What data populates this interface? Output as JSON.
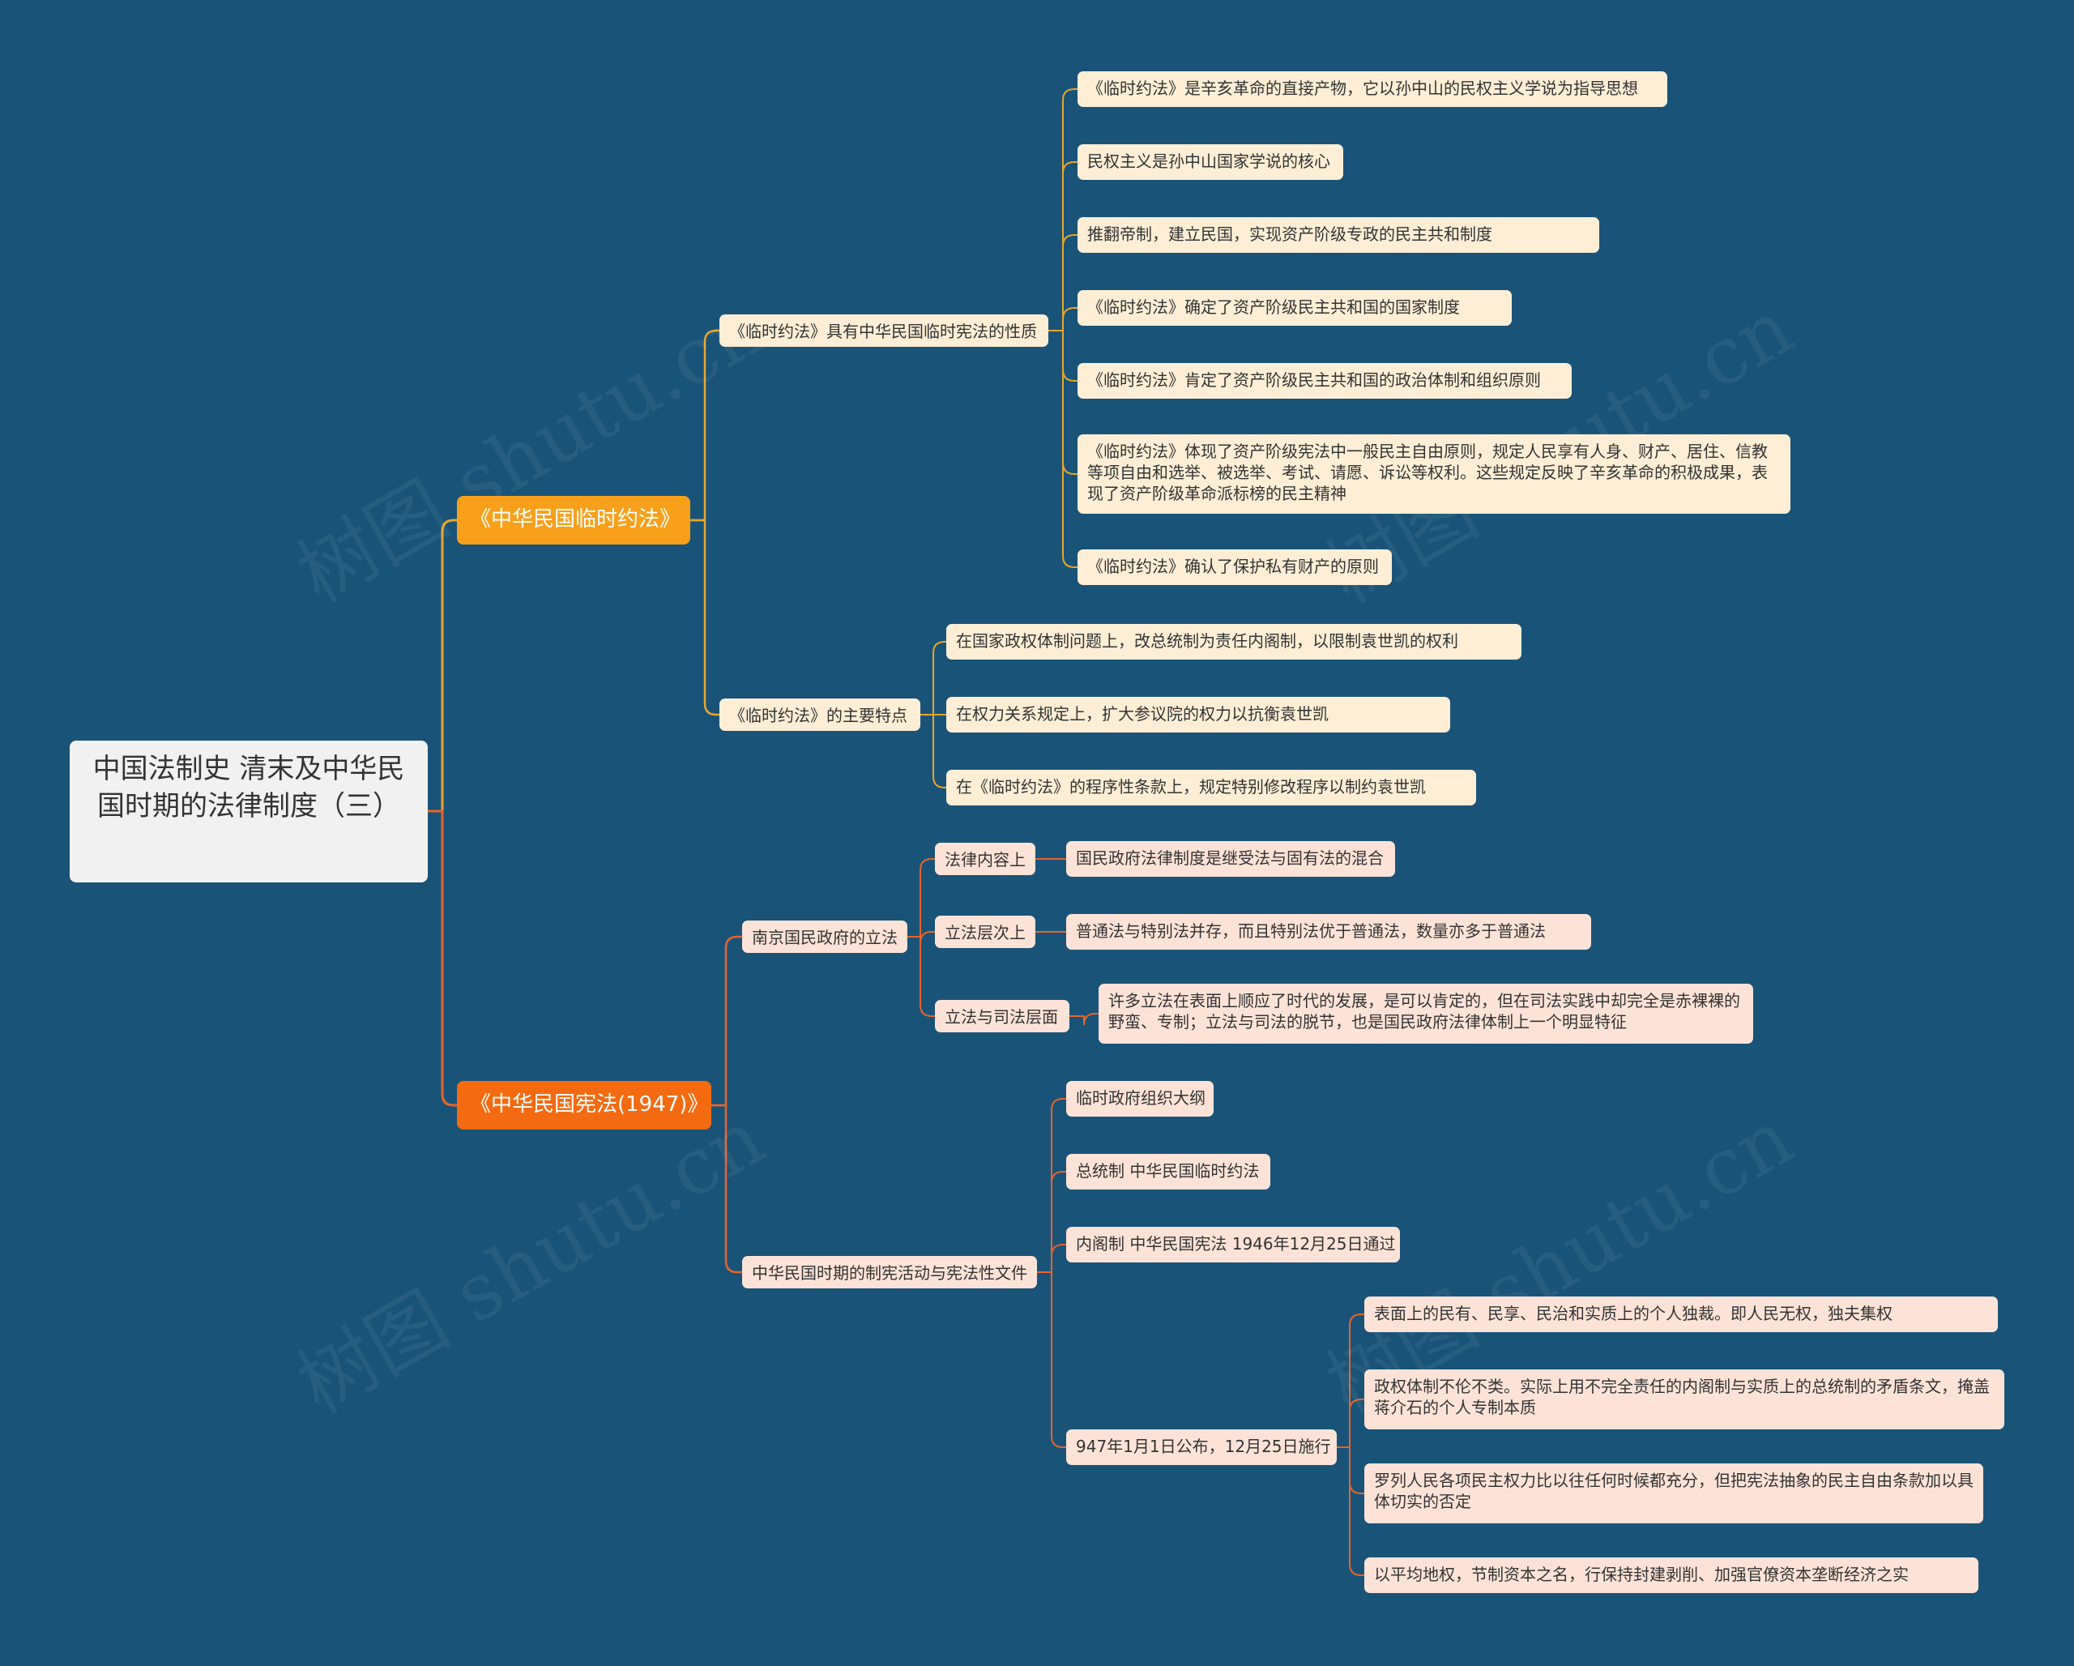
{
  "root": {
    "title": "中国法制史 清末及中华民国时期的法律制度（三）"
  },
  "colors": {
    "background": "#1a5378",
    "branch1": "#f9a01b",
    "branch2": "#f46a11",
    "line1": "#e9a62a",
    "line2": "#e8642a"
  },
  "watermark": "树图 shutu.cn",
  "branches": [
    {
      "label": "《中华民国临时约法》",
      "children": [
        {
          "label": "《临时约法》具有中华民国临时宪法的性质",
          "children": [
            "《临时约法》是辛亥革命的直接产物，它以孙中山的民权主义学说为指导思想",
            "民权主义是孙中山国家学说的核心",
            "推翻帝制，建立民国，实现资产阶级专政的民主共和制度",
            "《临时约法》确定了资产阶级民主共和国的国家制度",
            "《临时约法》肯定了资产阶级民主共和国的政治体制和组织原则",
            "《临时约法》体现了资产阶级宪法中一般民主自由原则，规定人民享有人身、财产、居住、信教等项自由和选举、被选举、考试、请愿、诉讼等权利。这些规定反映了辛亥革命的积极成果，表现了资产阶级革命派标榜的民主精神",
            "《临时约法》确认了保护私有财产的原则"
          ]
        },
        {
          "label": "《临时约法》的主要特点",
          "children": [
            "在国家政权体制问题上，改总统制为责任内阁制，以限制袁世凯的权利",
            "在权力关系规定上，扩大参议院的权力以抗衡袁世凯",
            "在《临时约法》的程序性条款上，规定特别修改程序以制约袁世凯"
          ]
        }
      ]
    },
    {
      "label": "《中华民国宪法(1947)》",
      "children": [
        {
          "label": "南京国民政府的立法",
          "children": [
            {
              "label": "法律内容上",
              "detail": "国民政府法律制度是继受法与固有法的混合"
            },
            {
              "label": "立法层次上",
              "detail": "普通法与特别法并存，而且特别法优于普通法，数量亦多于普通法"
            },
            {
              "label": "立法与司法层面",
              "detail": "许多立法在表面上顺应了时代的发展，是可以肯定的，但在司法实践中却完全是赤裸裸的野蛮、专制；立法与司法的脱节，也是国民政府法律体制上一个明显特征"
            }
          ]
        },
        {
          "label": "中华民国时期的制宪活动与宪法性文件",
          "children": [
            "临时政府组织大纲",
            "总统制 中华民国临时约法",
            "内阁制 中华民国宪法 1946年12月25日通过",
            {
              "label": "947年1月1日公布，12月25日施行",
              "children": [
                "表面上的民有、民享、民治和实质上的个人独裁。即人民无权，独夫集权",
                "政权体制不伦不类。实际上用不完全责任的内阁制与实质上的总统制的矛盾条文，掩盖蒋介石的个人专制本质",
                "罗列人民各项民主权力比以往任何时候都充分，但把宪法抽象的民主自由条款加以具体切实的否定",
                "以平均地权，节制资本之名，行保持封建剥削、加强官僚资本垄断经济之实"
              ]
            }
          ]
        }
      ]
    }
  ]
}
